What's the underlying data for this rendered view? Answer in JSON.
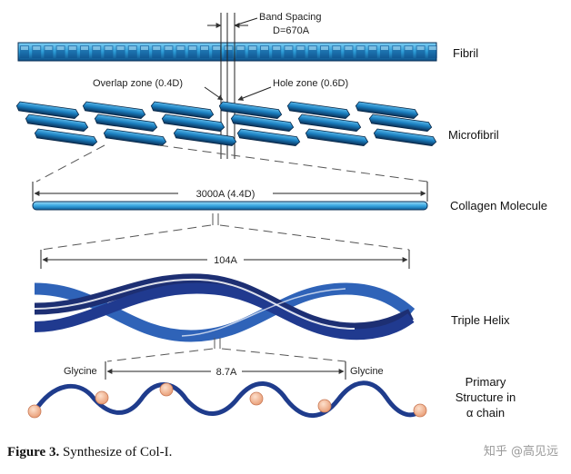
{
  "labels": {
    "fibril": "Fibril",
    "microfibril": "Microfibril",
    "collagen_molecule": "Collagen Molecule",
    "triple_helix": "Triple Helix",
    "primary_line1": "Primary",
    "primary_line2": "Structure in",
    "primary_line3": "α chain"
  },
  "annotations": {
    "band_spacing": "Band Spacing",
    "band_value": "D=670A",
    "overlap_zone": "Overlap zone (0.4D)",
    "hole_zone": "Hole zone (0.6D)",
    "molecule_length": "3000A (4.4D)",
    "helix_pitch": "104A",
    "glycine_left": "Glycine",
    "glycine_right": "Glycine",
    "residue_spacing": "8.7A"
  },
  "caption": {
    "figure": "Figure 3.",
    "text": " Synthesize of Col-I."
  },
  "watermark": "知乎 @高见远",
  "colors": {
    "fibril_fill": "#2b9bd6",
    "fibril_dark": "#0d4e86",
    "microfibril": "#1a7fc0",
    "molecule": "#3aa8e2",
    "helix_dark": "#1d2f73",
    "helix_mid": "#2f63b8",
    "chain": "#1f3c8c",
    "glycine": "#f3b18b"
  }
}
